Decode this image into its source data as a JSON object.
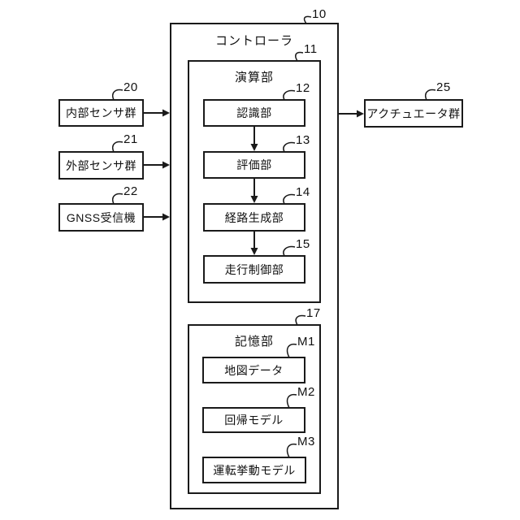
{
  "diagram": {
    "controller": {
      "label": "コントローラ",
      "ref": "10"
    },
    "compute": {
      "label": "演算部",
      "ref": "11",
      "blocks": [
        {
          "label": "認識部",
          "ref": "12"
        },
        {
          "label": "評価部",
          "ref": "13"
        },
        {
          "label": "経路生成部",
          "ref": "14"
        },
        {
          "label": "走行制御部",
          "ref": "15"
        }
      ]
    },
    "storage": {
      "label": "記憶部",
      "ref": "17",
      "blocks": [
        {
          "label": "地図データ",
          "ref": "M1"
        },
        {
          "label": "回帰モデル",
          "ref": "M2"
        },
        {
          "label": "運転挙動モデル",
          "ref": "M3"
        }
      ]
    },
    "inputs": [
      {
        "label": "内部センサ群",
        "ref": "20"
      },
      {
        "label": "外部センサ群",
        "ref": "21"
      },
      {
        "label": "GNSS受信機",
        "ref": "22"
      }
    ],
    "outputs": [
      {
        "label": "アクチュエータ群",
        "ref": "25"
      }
    ],
    "colors": {
      "line": "#1a1a1a",
      "background": "#ffffff"
    }
  }
}
